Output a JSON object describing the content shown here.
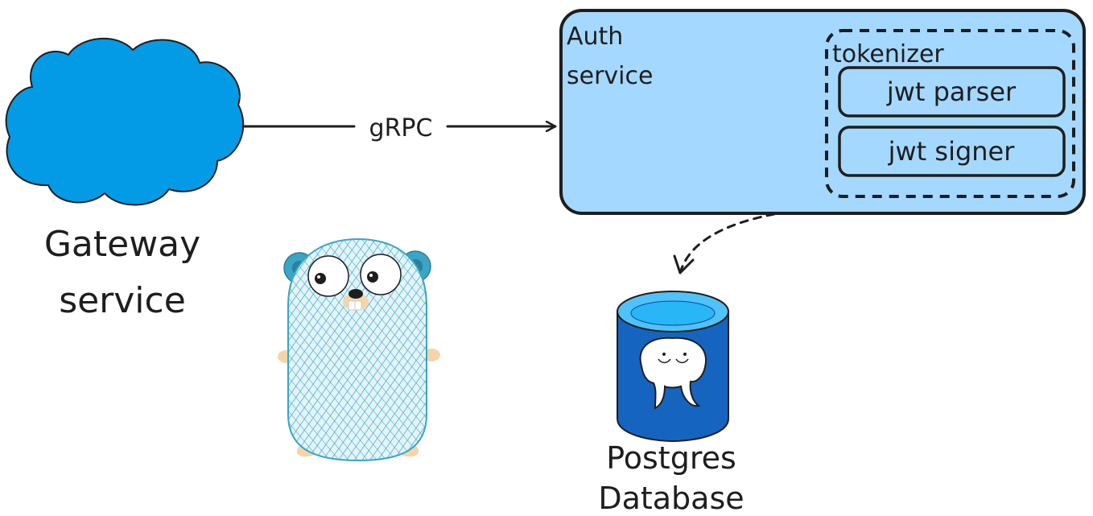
{
  "nodes": {
    "gateway": {
      "label_line1": "Gateway",
      "label_line2": "service",
      "fill": "#039be5"
    },
    "auth": {
      "label_line1": "Auth",
      "label_line2": "service",
      "fill": "#a5d8ff"
    },
    "tokenizer": {
      "label": "tokenizer",
      "components": [
        {
          "label": "jwt parser"
        },
        {
          "label": "jwt signer"
        }
      ]
    },
    "database": {
      "label_line1": "Postgres",
      "label_line2": "Database",
      "fill": "#1565c0",
      "top_fill": "#4fc3f7"
    },
    "mascot": {
      "fill": "#a5d8e6",
      "accent": "#3aa5c4",
      "feet": "#f5d5a8"
    }
  },
  "edges": [
    {
      "from": "gateway",
      "to": "auth",
      "label": "gRPC",
      "style": "solid"
    },
    {
      "from": "auth",
      "to": "database",
      "label": "",
      "style": "dashed"
    }
  ],
  "colors": {
    "stroke": "#1e1e1e"
  }
}
